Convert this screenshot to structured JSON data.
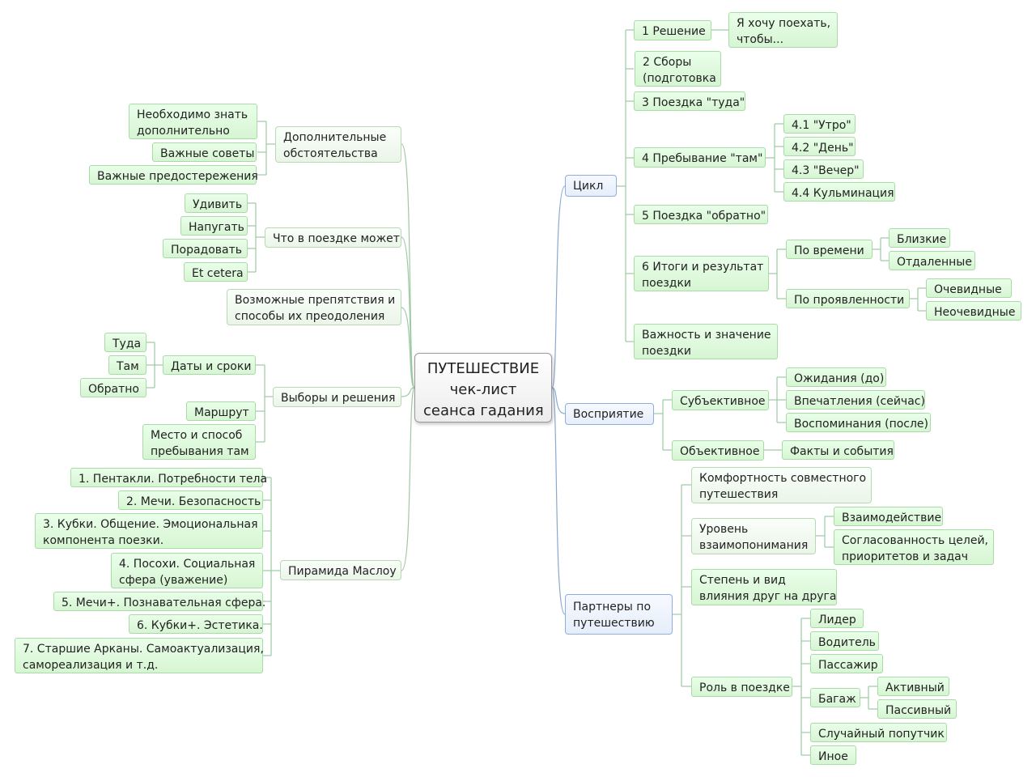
{
  "root": {
    "line1": "ПУТЕШЕСТВИЕ",
    "line2": "чек-лист",
    "line3": "сеанса гадания"
  },
  "right": {
    "cycle": {
      "label": "Цикл",
      "decision": "1 Решение",
      "decision_child_1": "Я хочу поехать,",
      "decision_child_2": "чтобы...",
      "prep_1": "2 Сборы",
      "prep_2": "(подготовка",
      "trip_there": "3 Поездка \"туда\"",
      "stay": "4 Пребывание \"там\"",
      "stay_morning": "4.1 \"Утро\"",
      "stay_day": "4.2 \"День\"",
      "stay_evening": "4.3 \"Вечер\"",
      "stay_climax": "4.4 Кульминация",
      "trip_back": "5 Поездка \"обратно\"",
      "results_1": "6 Итоги и результат",
      "results_2": "поездки",
      "by_time": "По времени",
      "near": "Близкие",
      "distant": "Отдаленные",
      "by_manifest": "По проявленности",
      "obvious": "Очевидные",
      "non_obvious": "Неочевидные",
      "importance_1": "Важность и значение",
      "importance_2": "поездки"
    },
    "perception": {
      "label": "Восприятие",
      "subjective": "Субъективное",
      "expectations": "Ожидания (до)",
      "impressions": "Впечатления (сейчас)",
      "memories": "Воспоминания (после)",
      "objective": "Объективное",
      "facts": "Факты и события"
    },
    "partners": {
      "label_1": "Партнеры по",
      "label_2": "путешествию",
      "comfort_1": "Комфортность совместного",
      "comfort_2": "путешествия",
      "understanding_1": "Уровень",
      "understanding_2": "взаимопонимания",
      "interaction": "Взаимодействие",
      "consistency_1": "Согласованность целей,",
      "consistency_2": "приоритетов и задач",
      "influence_1": "Степень и вид",
      "influence_2": "влияния друг на друга",
      "role": "Роль в поездке",
      "leader": "Лидер",
      "driver": "Водитель",
      "passenger": "Пассажир",
      "luggage": "Багаж",
      "active": "Активный",
      "passive": "Пассивный",
      "fellow": "Случайный попутчик",
      "other": "Иное"
    }
  },
  "left": {
    "additional": {
      "label_1": "Дополнительные",
      "label_2": "обстоятельства",
      "know_1": "Необходимо знать",
      "know_2": "дополнительно",
      "tips": "Важные советы",
      "warnings": "Важные предостережения"
    },
    "trip_can": {
      "label": "Что в поездке может",
      "surprise": "Удивить",
      "scare": "Напугать",
      "please": "Порадовать",
      "etc": "Et cetera"
    },
    "obstacles_1": "Возможные препятствия и",
    "obstacles_2": "способы их преодоления",
    "choices": {
      "label": "Выборы и решения",
      "dates": "Даты и сроки",
      "there_to": "Туда",
      "there": "Там",
      "back": "Обратно",
      "route": "Маршрут",
      "place_1": "Место и способ",
      "place_2": "пребывания там"
    },
    "maslow": {
      "label": "Пирамида Маслоу",
      "p1": "1. Пентакли. Потребности тела",
      "p2": "2. Мечи. Безопасность",
      "p3_1": "3. Кубки. Общение. Эмоциональная",
      "p3_2": "компонента поезки.",
      "p4_1": "4. Посохи. Социальная",
      "p4_2": "сфера (уважение)",
      "p5": "5. Мечи+. Познавательная сфера.",
      "p6": "6. Кубки+. Эстетика.",
      "p7_1": "7. Старшие Арканы. Самоактуализация,",
      "p7_2": "самореализация и т.д."
    }
  },
  "colors": {
    "node_fill": "#d9f6d5",
    "node_border": "#a9dba6",
    "main_border": "#8faedb",
    "link": "#9cc9a3",
    "link_main": "#8aa9cf"
  }
}
